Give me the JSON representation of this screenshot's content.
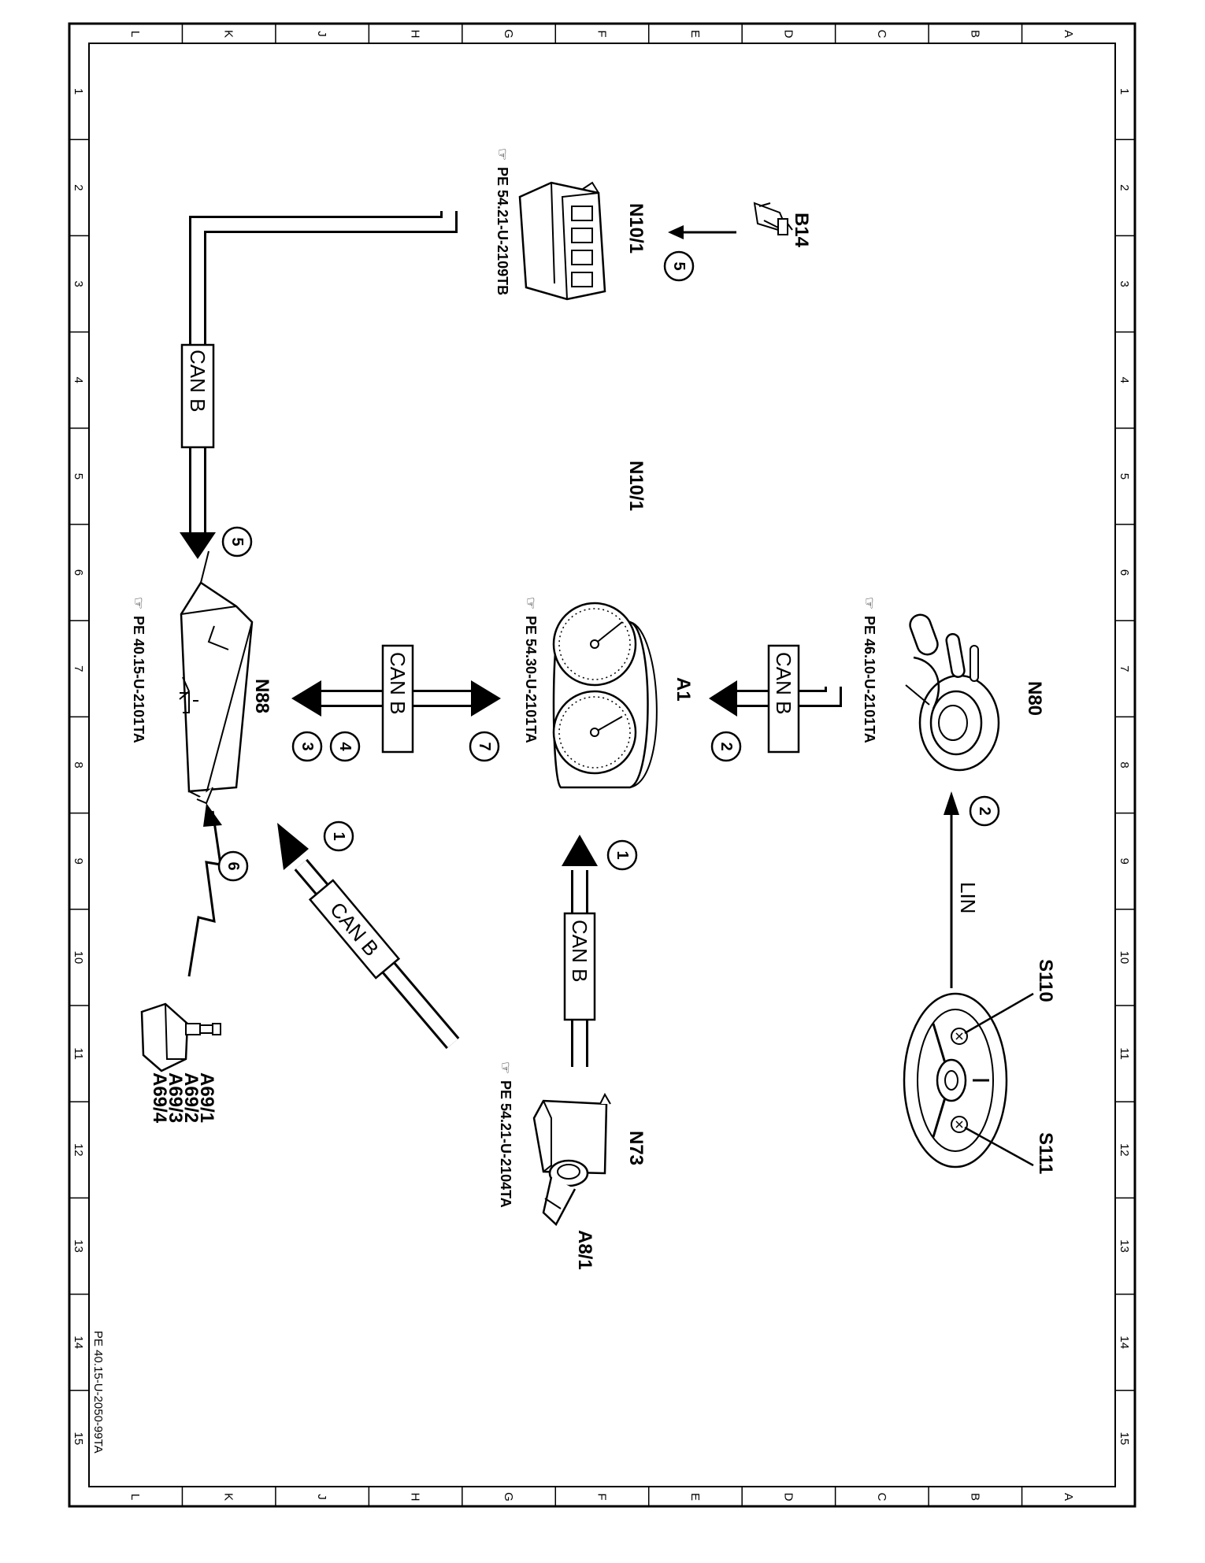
{
  "grid": {
    "columns": [
      "L",
      "K",
      "J",
      "H",
      "G",
      "F",
      "E",
      "D",
      "C",
      "B",
      "A"
    ],
    "rows": [
      "1",
      "2",
      "3",
      "4",
      "5",
      "6",
      "7",
      "8",
      "9",
      "10",
      "11",
      "12",
      "13",
      "14",
      "15"
    ]
  },
  "components": {
    "b14": "B14",
    "n10_1_top": "N10/1",
    "n10_1_mid": "N10/1",
    "n80": "N80",
    "a1": "A1",
    "n88": "N88",
    "s110": "S110",
    "s111": "S111",
    "n73": "N73",
    "a8_1": "A8/1",
    "a69": [
      "A69/1",
      "A69/2",
      "A69/3",
      "A69/4"
    ]
  },
  "references": {
    "n10_1": "PE 54.21-U-2109TB",
    "n80": "PE 46.10-U-2101TA",
    "a1": "PE 54.30-U-2101TA",
    "n88": "PE 40.15-U-2101TA",
    "n73": "PE 54.21-U-2104TA"
  },
  "buses": {
    "can_b": "CAN B",
    "lin": "LIN"
  },
  "steps": {
    "b14_n10": "5",
    "n10_n88": "5",
    "n80_a1": "2",
    "a1_n88": "7",
    "n88_a1_a": "4",
    "n88_a1_b": "3",
    "n73_a1": "1",
    "n73_n88": "1",
    "a69_n88": "6",
    "s110_n80": "2"
  },
  "document_id": "PE 40.15-U-2050-99TA",
  "colors": {
    "ink": "#000000",
    "paper": "#ffffff"
  }
}
